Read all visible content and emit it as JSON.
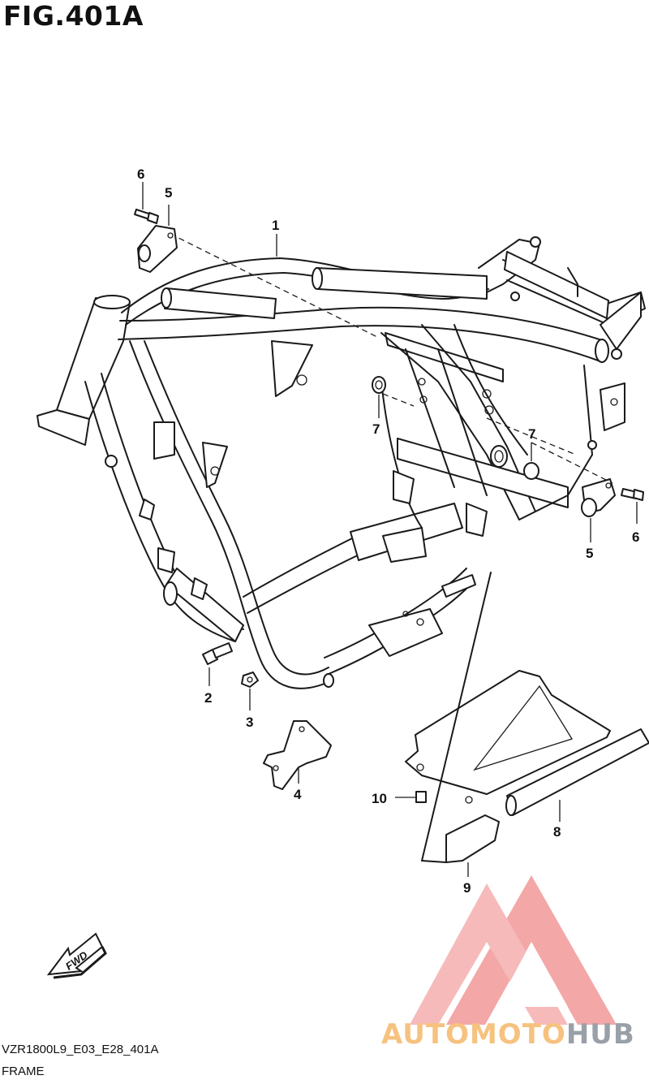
{
  "figure": {
    "title": "FIG.401A",
    "drawing_code": "VZR1800L9_E03_E28_401A",
    "caption": "FRAME"
  },
  "callouts": [
    {
      "id": "c1",
      "label": "1"
    },
    {
      "id": "c2",
      "label": "2"
    },
    {
      "id": "c3",
      "label": "3"
    },
    {
      "id": "c4",
      "label": "4"
    },
    {
      "id": "c5a",
      "label": "5"
    },
    {
      "id": "c5b",
      "label": "5"
    },
    {
      "id": "c6a",
      "label": "6"
    },
    {
      "id": "c6b",
      "label": "6"
    },
    {
      "id": "c7a",
      "label": "7"
    },
    {
      "id": "c7b",
      "label": "7"
    },
    {
      "id": "c8",
      "label": "8"
    },
    {
      "id": "c9",
      "label": "9"
    },
    {
      "id": "c10",
      "label": "10"
    }
  ],
  "direction_arrow": {
    "label": "FWD"
  },
  "watermark": {
    "part1": "AUTOMOTO",
    "part2": "HUB",
    "logo_color": "#f08a8a",
    "text_color": "#f6c27f",
    "text_color_2": "#9aa0a8"
  }
}
